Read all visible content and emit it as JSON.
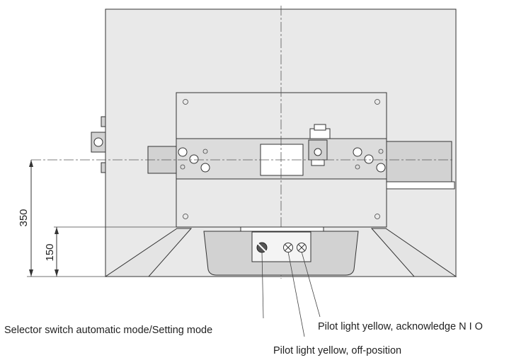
{
  "dimensions": {
    "overall": "350",
    "lower": "150"
  },
  "callouts": {
    "selector_switch": "Selector switch automatic mode/Setting mode",
    "pilot_ack": "Pilot light yellow, acknowledge N I O",
    "pilot_off": "Pilot light yellow, off-position"
  }
}
